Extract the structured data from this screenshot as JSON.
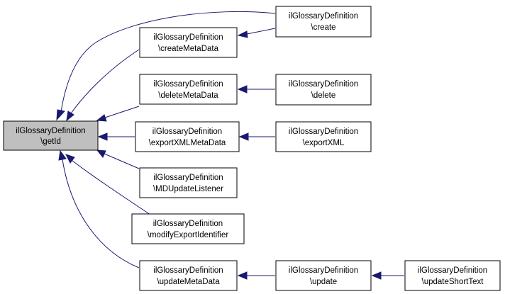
{
  "nodes": {
    "getId": {
      "line1": "ilGlossaryDefinition",
      "line2": "\\getId"
    },
    "create": {
      "line1": "ilGlossaryDefinition",
      "line2": "\\create"
    },
    "createMetaData": {
      "line1": "ilGlossaryDefinition",
      "line2": "\\createMetaData"
    },
    "deleteMetaData": {
      "line1": "ilGlossaryDefinition",
      "line2": "\\deleteMetaData"
    },
    "delete": {
      "line1": "ilGlossaryDefinition",
      "line2": "\\delete"
    },
    "exportXMLMetaData": {
      "line1": "ilGlossaryDefinition",
      "line2": "\\exportXMLMetaData"
    },
    "exportXML": {
      "line1": "ilGlossaryDefinition",
      "line2": "\\exportXML"
    },
    "MDUpdateListener": {
      "line1": "ilGlossaryDefinition",
      "line2": "\\MDUpdateListener"
    },
    "modifyExportIdentifier": {
      "line1": "ilGlossaryDefinition",
      "line2": "\\modifyExportIdentifier"
    },
    "updateMetaData": {
      "line1": "ilGlossaryDefinition",
      "line2": "\\updateMetaData"
    },
    "update": {
      "line1": "ilGlossaryDefinition",
      "line2": "\\update"
    },
    "updateShortText": {
      "line1": "ilGlossaryDefinition",
      "line2": "\\updateShortText"
    }
  },
  "edges": [
    {
      "from": "create",
      "to": "getId"
    },
    {
      "from": "create",
      "to": "createMetaData"
    },
    {
      "from": "createMetaData",
      "to": "getId"
    },
    {
      "from": "deleteMetaData",
      "to": "getId"
    },
    {
      "from": "delete",
      "to": "deleteMetaData"
    },
    {
      "from": "exportXMLMetaData",
      "to": "getId"
    },
    {
      "from": "exportXML",
      "to": "exportXMLMetaData"
    },
    {
      "from": "MDUpdateListener",
      "to": "getId"
    },
    {
      "from": "modifyExportIdentifier",
      "to": "getId"
    },
    {
      "from": "updateMetaData",
      "to": "getId"
    },
    {
      "from": "update",
      "to": "updateMetaData"
    },
    {
      "from": "updateShortText",
      "to": "update"
    }
  ],
  "colors": {
    "edge": "#191970",
    "root_fill": "#bfbfbf",
    "node_fill": "#ffffff",
    "node_border": "#000000"
  }
}
